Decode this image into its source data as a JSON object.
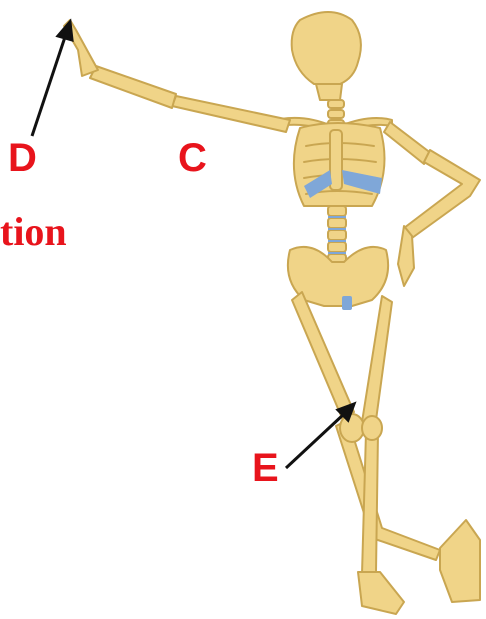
{
  "labels": {
    "d": "D",
    "c": "C",
    "e": "E"
  },
  "partial_text": "tion",
  "colors": {
    "label": "#e8141c",
    "bone": "#f0d488",
    "bone_outline": "#c9a651",
    "cartilage": "#7fa7d8",
    "arrow": "#111111"
  }
}
